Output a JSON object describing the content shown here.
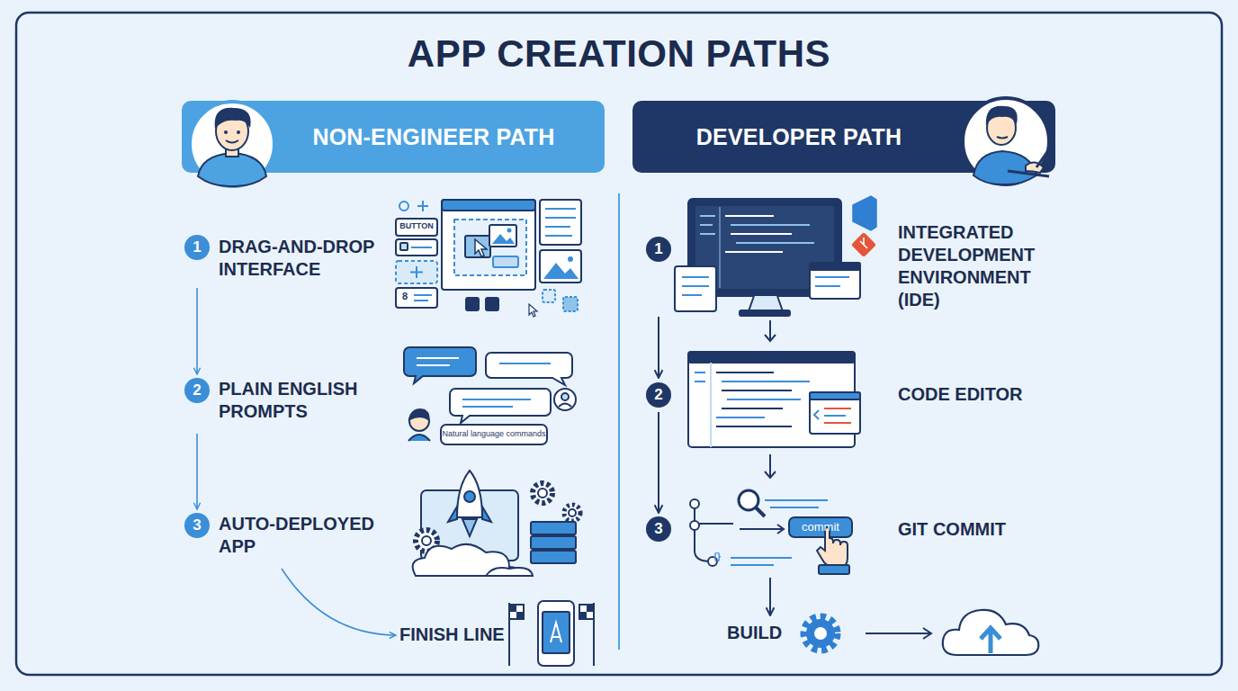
{
  "diagram": {
    "title": "APP CREATION PATHS",
    "nodes": [
      {
        "text": [
          "NON-ENGINEER PATH"
        ]
      },
      {
        "text": [
          "DEVELOPER PATH"
        ]
      },
      {
        "text": [
          "1",
          "DRAG-AND-DROP INTERFACE"
        ]
      },
      {
        "text": [
          "2",
          "PLAIN ENGLISH PROMPTS"
        ]
      },
      {
        "text": [
          "3",
          "AUTO-DEPLOYED APP"
        ]
      },
      {
        "text": [
          "FINISH LINE"
        ]
      },
      {
        "text": [
          "1",
          "INTEGRATED DEVELOPMENT ENVIRONMENT (IDE)"
        ]
      },
      {
        "text": [
          "2",
          "CODE EDITOR"
        ]
      },
      {
        "text": [
          "3",
          "GIT COMMIT"
        ]
      },
      {
        "text": [
          "BUILD"
        ]
      }
    ],
    "edges": [
      {
        "from": 2,
        "to": 3,
        "arrow": "to"
      },
      {
        "from": 3,
        "to": 4,
        "arrow": "to"
      },
      {
        "from": 4,
        "to": 5,
        "arrow": "to"
      },
      {
        "from": 6,
        "to": 7,
        "arrow": "to"
      },
      {
        "from": 7,
        "to": 8,
        "arrow": "to"
      },
      {
        "from": 8,
        "to": 9,
        "arrow": "to"
      }
    ],
    "labels": [
      "BUTTON",
      "8",
      "Natural language commands",
      "commit",
      "{}"
    ]
  }
}
